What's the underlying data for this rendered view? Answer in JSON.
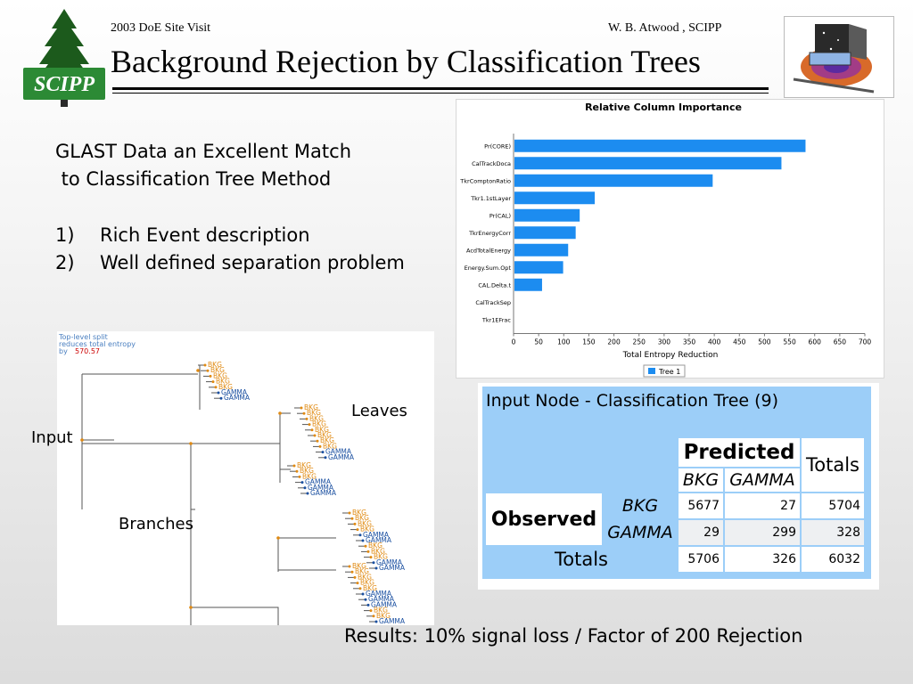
{
  "header": {
    "left": "2003 DoE Site Visit",
    "right": "W. B. Atwood , SCIPP",
    "title": "Background Rejection by Classification Trees",
    "logo_text": "SCIPP"
  },
  "body": {
    "line1": "GLAST Data an Excellent Match",
    "line2": " to Classification Tree Method",
    "item1_num": "1)",
    "item1_text": "Rich Event description",
    "item2_num": "2)",
    "item2_text": "Well defined separation problem"
  },
  "chart_data": {
    "type": "bar",
    "orientation": "horizontal",
    "title": "Relative Column Importance",
    "xlabel": "Total Entropy Reduction",
    "ylabel": "",
    "xlim": [
      0,
      700
    ],
    "xticks": [
      "0",
      "50",
      "100",
      "150",
      "200",
      "250",
      "300",
      "350",
      "400",
      "450",
      "500",
      "550",
      "600",
      "650",
      "700"
    ],
    "categories": [
      "Pr(CORE)",
      "CalTrackDoca",
      "TkrComptonRatio",
      "Tkr1.1stLayer",
      "Pr(CAL)",
      "TkrEnergyCorr",
      "AcdTotalEnergy",
      "Energy.Sum.Opt",
      "CAL.Delta.t",
      "CalTrackSep",
      "Tkr1EFrac"
    ],
    "series": [
      {
        "name": "Tree 1",
        "values": [
          580,
          532,
          395,
          160,
          130,
          122,
          107,
          97,
          55,
          0,
          0
        ]
      }
    ],
    "bar_color": "#1c8cf0",
    "legend": "bottom",
    "grid": false
  },
  "tree": {
    "note_line1": "Top-level split",
    "note_line2": "reduces total entropy",
    "note_by": "by",
    "note_value": "570.57",
    "label_leaves": "Leaves",
    "label_input": "Input",
    "label_branches": "Branches",
    "bkg": "BKG",
    "gamma": "GAMMA",
    "bkg_color": "#e08a12",
    "gamma_color": "#1a4fa0"
  },
  "confusion": {
    "title": "Input Node - Classification Tree (9)",
    "predicted": "Predicted",
    "totals": "Totals",
    "observed": "Observed",
    "col_bkg": "BKG",
    "col_gamma": "GAMMA",
    "rows": [
      {
        "label": "BKG",
        "bkg": "5677",
        "gamma": "27",
        "total": "5704"
      },
      {
        "label": "GAMMA",
        "bkg": "29",
        "gamma": "299",
        "total": "328"
      }
    ],
    "totals_row": {
      "label": "Totals",
      "bkg": "5706",
      "gamma": "326",
      "total": "6032"
    },
    "panel_color": "#9ccef8"
  },
  "results": "Results: 10% signal loss / Factor of 200 Rejection"
}
